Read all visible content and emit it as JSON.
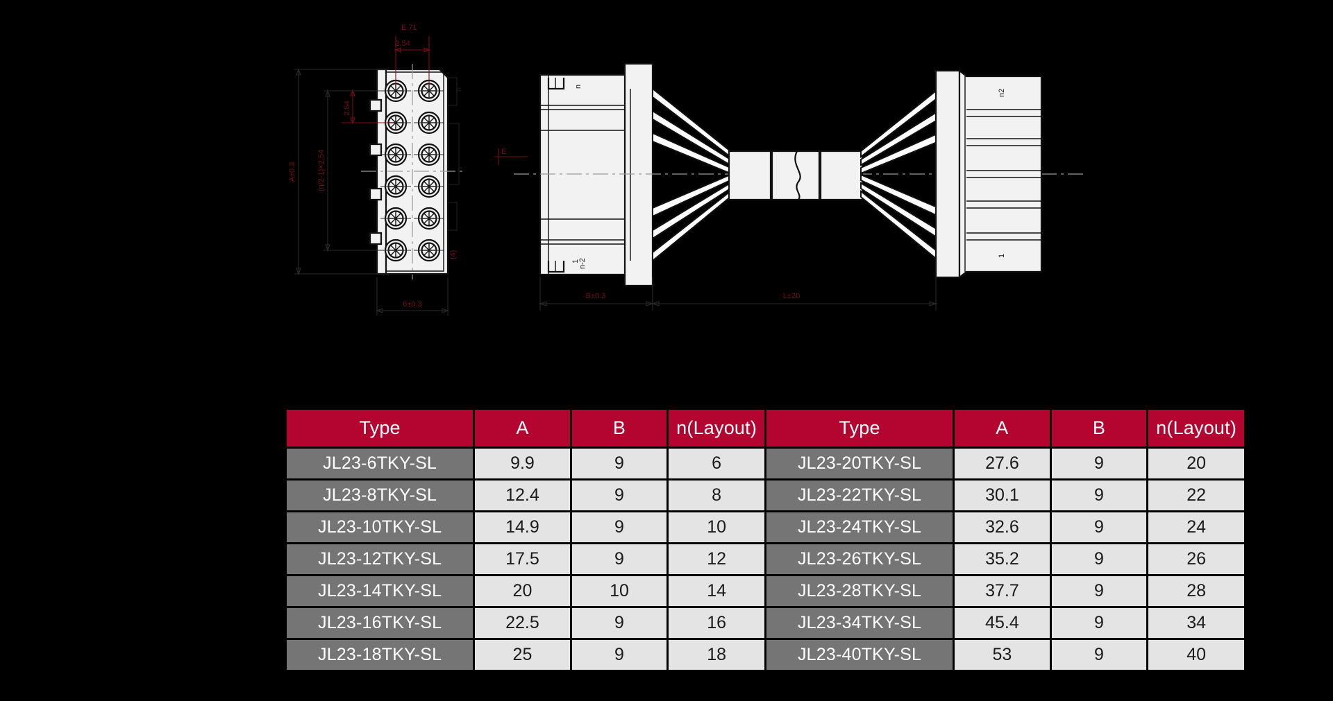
{
  "drawing": {
    "title": "connector-assembly-technical-drawing",
    "annotation_color": "#7a0d18",
    "line_color": "#111111",
    "body_fill": "#f2f2f2",
    "dimensions": {
      "top_note": "E 71",
      "pitch_horizontal": "2.54",
      "pitch_vertical": "2.54",
      "height_chain": "(n/2-1)×2.54",
      "overall_height": "A±0.3",
      "depth_left": "6±0.3",
      "depth_middle": "B±0.3",
      "cable_length": "L±20",
      "center_mark": "E"
    },
    "pin_labels": {
      "left_view_top_right": "n",
      "left_view_bottom_right": "(4)",
      "middle_view_top": "n",
      "middle_view_bottom_a": "n-2",
      "middle_view_bottom_b": "1",
      "right_view_top": "n2",
      "right_view_bottom": "1"
    },
    "pin_grid": {
      "columns": 2,
      "rows": 6
    }
  },
  "table": {
    "name": "specification-table",
    "headers": [
      "Type",
      "A",
      "B",
      "n(Layout)",
      "Type",
      "A",
      "B",
      "n(Layout)"
    ],
    "rows": [
      [
        "JL23-6TKY-SL",
        "9.9",
        "9",
        "6",
        "JL23-20TKY-SL",
        "27.6",
        "9",
        "20"
      ],
      [
        "JL23-8TKY-SL",
        "12.4",
        "9",
        "8",
        "JL23-22TKY-SL",
        "30.1",
        "9",
        "22"
      ],
      [
        "JL23-10TKY-SL",
        "14.9",
        "9",
        "10",
        "JL23-24TKY-SL",
        "32.6",
        "9",
        "24"
      ],
      [
        "JL23-12TKY-SL",
        "17.5",
        "9",
        "12",
        "JL23-26TKY-SL",
        "35.2",
        "9",
        "26"
      ],
      [
        "JL23-14TKY-SL",
        "20",
        "10",
        "14",
        "JL23-28TKY-SL",
        "37.7",
        "9",
        "28"
      ],
      [
        "JL23-16TKY-SL",
        "22.5",
        "9",
        "16",
        "JL23-34TKY-SL",
        "45.4",
        "9",
        "34"
      ],
      [
        "JL23-18TKY-SL",
        "25",
        "9",
        "18",
        "JL23-40TKY-SL",
        "53",
        "9",
        "40"
      ]
    ]
  },
  "colors": {
    "background": "#000000",
    "header_red": "#b40531",
    "type_gray": "#757575",
    "value_gray": "#e4e4e4",
    "annotation_red": "#7a0d18"
  }
}
